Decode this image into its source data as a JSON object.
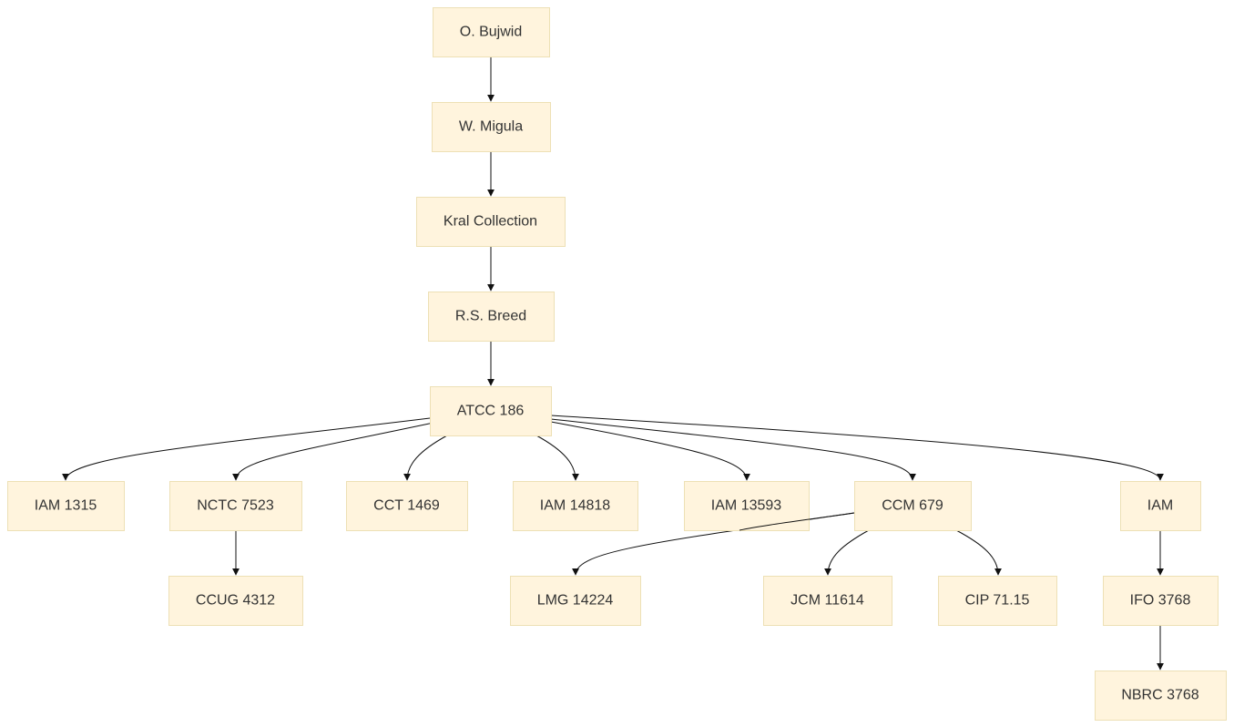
{
  "diagram": {
    "nodes": [
      {
        "id": "bujwid",
        "label": "O. Bujwid"
      },
      {
        "id": "migula",
        "label": "W. Migula"
      },
      {
        "id": "kral",
        "label": "Kral Collection"
      },
      {
        "id": "breed",
        "label": "R.S. Breed"
      },
      {
        "id": "atcc186",
        "label": "ATCC 186"
      },
      {
        "id": "iam1315",
        "label": "IAM 1315"
      },
      {
        "id": "nctc7523",
        "label": "NCTC 7523"
      },
      {
        "id": "cct1469",
        "label": "CCT 1469"
      },
      {
        "id": "iam14818",
        "label": "IAM 14818"
      },
      {
        "id": "iam13593",
        "label": "IAM 13593"
      },
      {
        "id": "ccm679",
        "label": "CCM 679"
      },
      {
        "id": "iam",
        "label": "IAM"
      },
      {
        "id": "ccug4312",
        "label": "CCUG 4312"
      },
      {
        "id": "lmg14224",
        "label": "LMG 14224"
      },
      {
        "id": "jcm11614",
        "label": "JCM 11614"
      },
      {
        "id": "cip7115",
        "label": "CIP 71.15"
      },
      {
        "id": "ifo3768",
        "label": "IFO 3768"
      },
      {
        "id": "nbrc3768",
        "label": "NBRC 3768"
      }
    ],
    "edges": [
      {
        "from": "bujwid",
        "to": "migula"
      },
      {
        "from": "migula",
        "to": "kral"
      },
      {
        "from": "kral",
        "to": "breed"
      },
      {
        "from": "breed",
        "to": "atcc186"
      },
      {
        "from": "atcc186",
        "to": "iam1315"
      },
      {
        "from": "atcc186",
        "to": "nctc7523"
      },
      {
        "from": "atcc186",
        "to": "cct1469"
      },
      {
        "from": "atcc186",
        "to": "iam14818"
      },
      {
        "from": "atcc186",
        "to": "iam13593"
      },
      {
        "from": "atcc186",
        "to": "ccm679"
      },
      {
        "from": "atcc186",
        "to": "iam"
      },
      {
        "from": "nctc7523",
        "to": "ccug4312"
      },
      {
        "from": "ccm679",
        "to": "lmg14224"
      },
      {
        "from": "ccm679",
        "to": "jcm11614"
      },
      {
        "from": "ccm679",
        "to": "cip7115"
      },
      {
        "from": "iam",
        "to": "ifo3768"
      },
      {
        "from": "ifo3768",
        "to": "nbrc3768"
      }
    ]
  }
}
